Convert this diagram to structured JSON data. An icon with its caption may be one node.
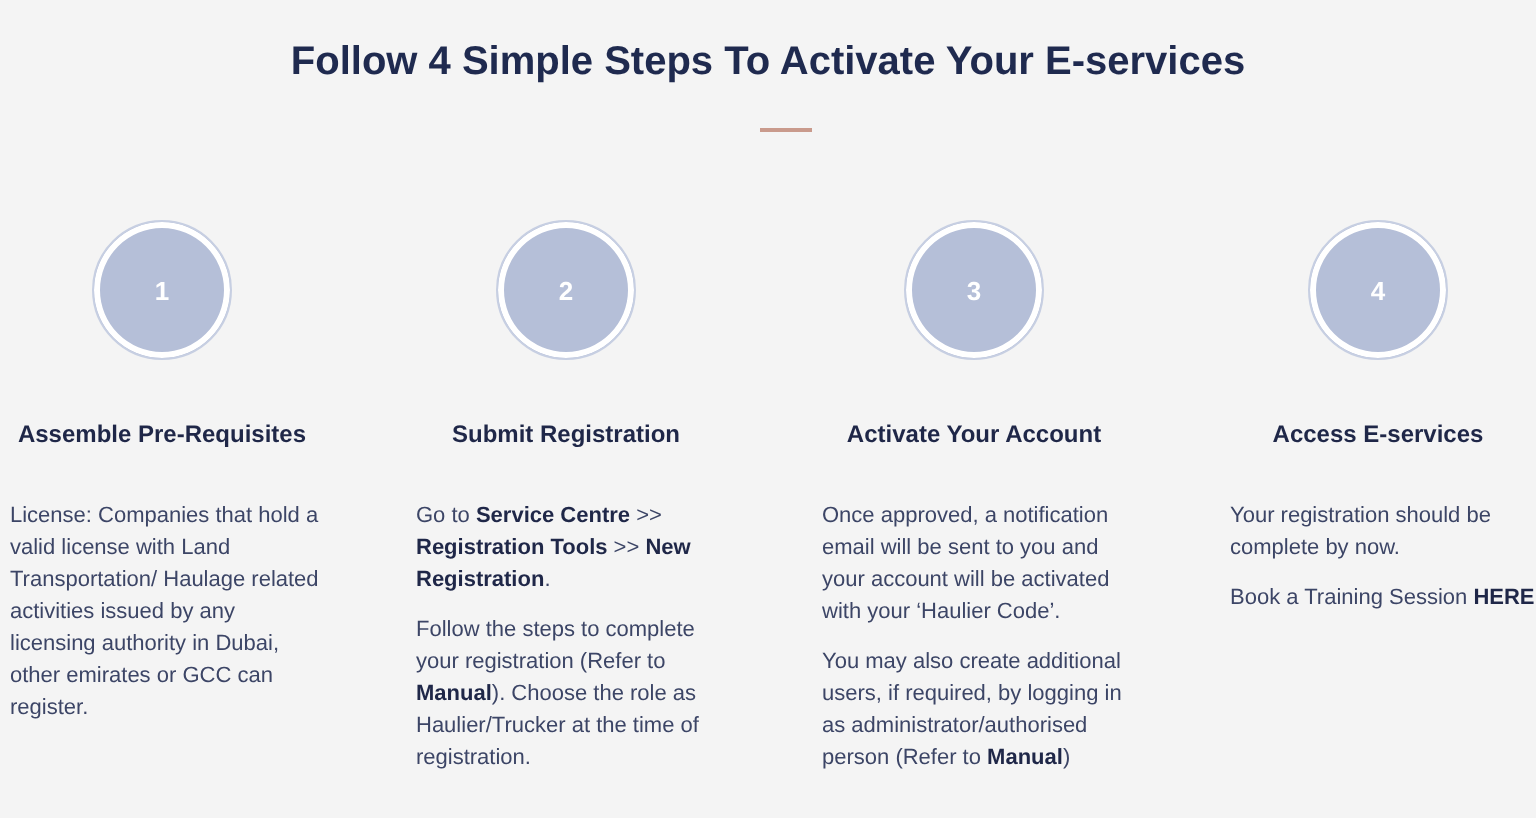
{
  "diagram": {
    "title": "Follow 4 Simple Steps To Activate Your E-services",
    "nodes": [
      {
        "text": [
          "1"
        ],
        "beside": [
          "Assemble Pre-Requisites",
          "License: Companies that hold a valid license with Land Transportation/ Haulage related activities issued by any licensing authority in Dubai, other emirates or GCC can register."
        ]
      },
      {
        "text": [
          "2"
        ],
        "beside": [
          "Submit Registration",
          "Go to **Service Centre** >> **Registration Tools** >> **New Registration**.",
          "Follow the steps to complete your registration (Refer to **Manual**). Choose the role as Haulier/Trucker at the time of registration."
        ]
      },
      {
        "text": [
          "3"
        ],
        "beside": [
          "Activate Your Account",
          "Once approved, a notification email will be sent to you and your account will be activated with your ‘Haulier Code’.",
          "You may also create additional users, if required, by logging in as administrator/authorised person (Refer to **Manual**)"
        ]
      },
      {
        "text": [
          "4"
        ],
        "beside": [
          "Access E-services",
          "Your registration should be complete by now.",
          "Book a Training Session **HERE**"
        ]
      }
    ]
  }
}
